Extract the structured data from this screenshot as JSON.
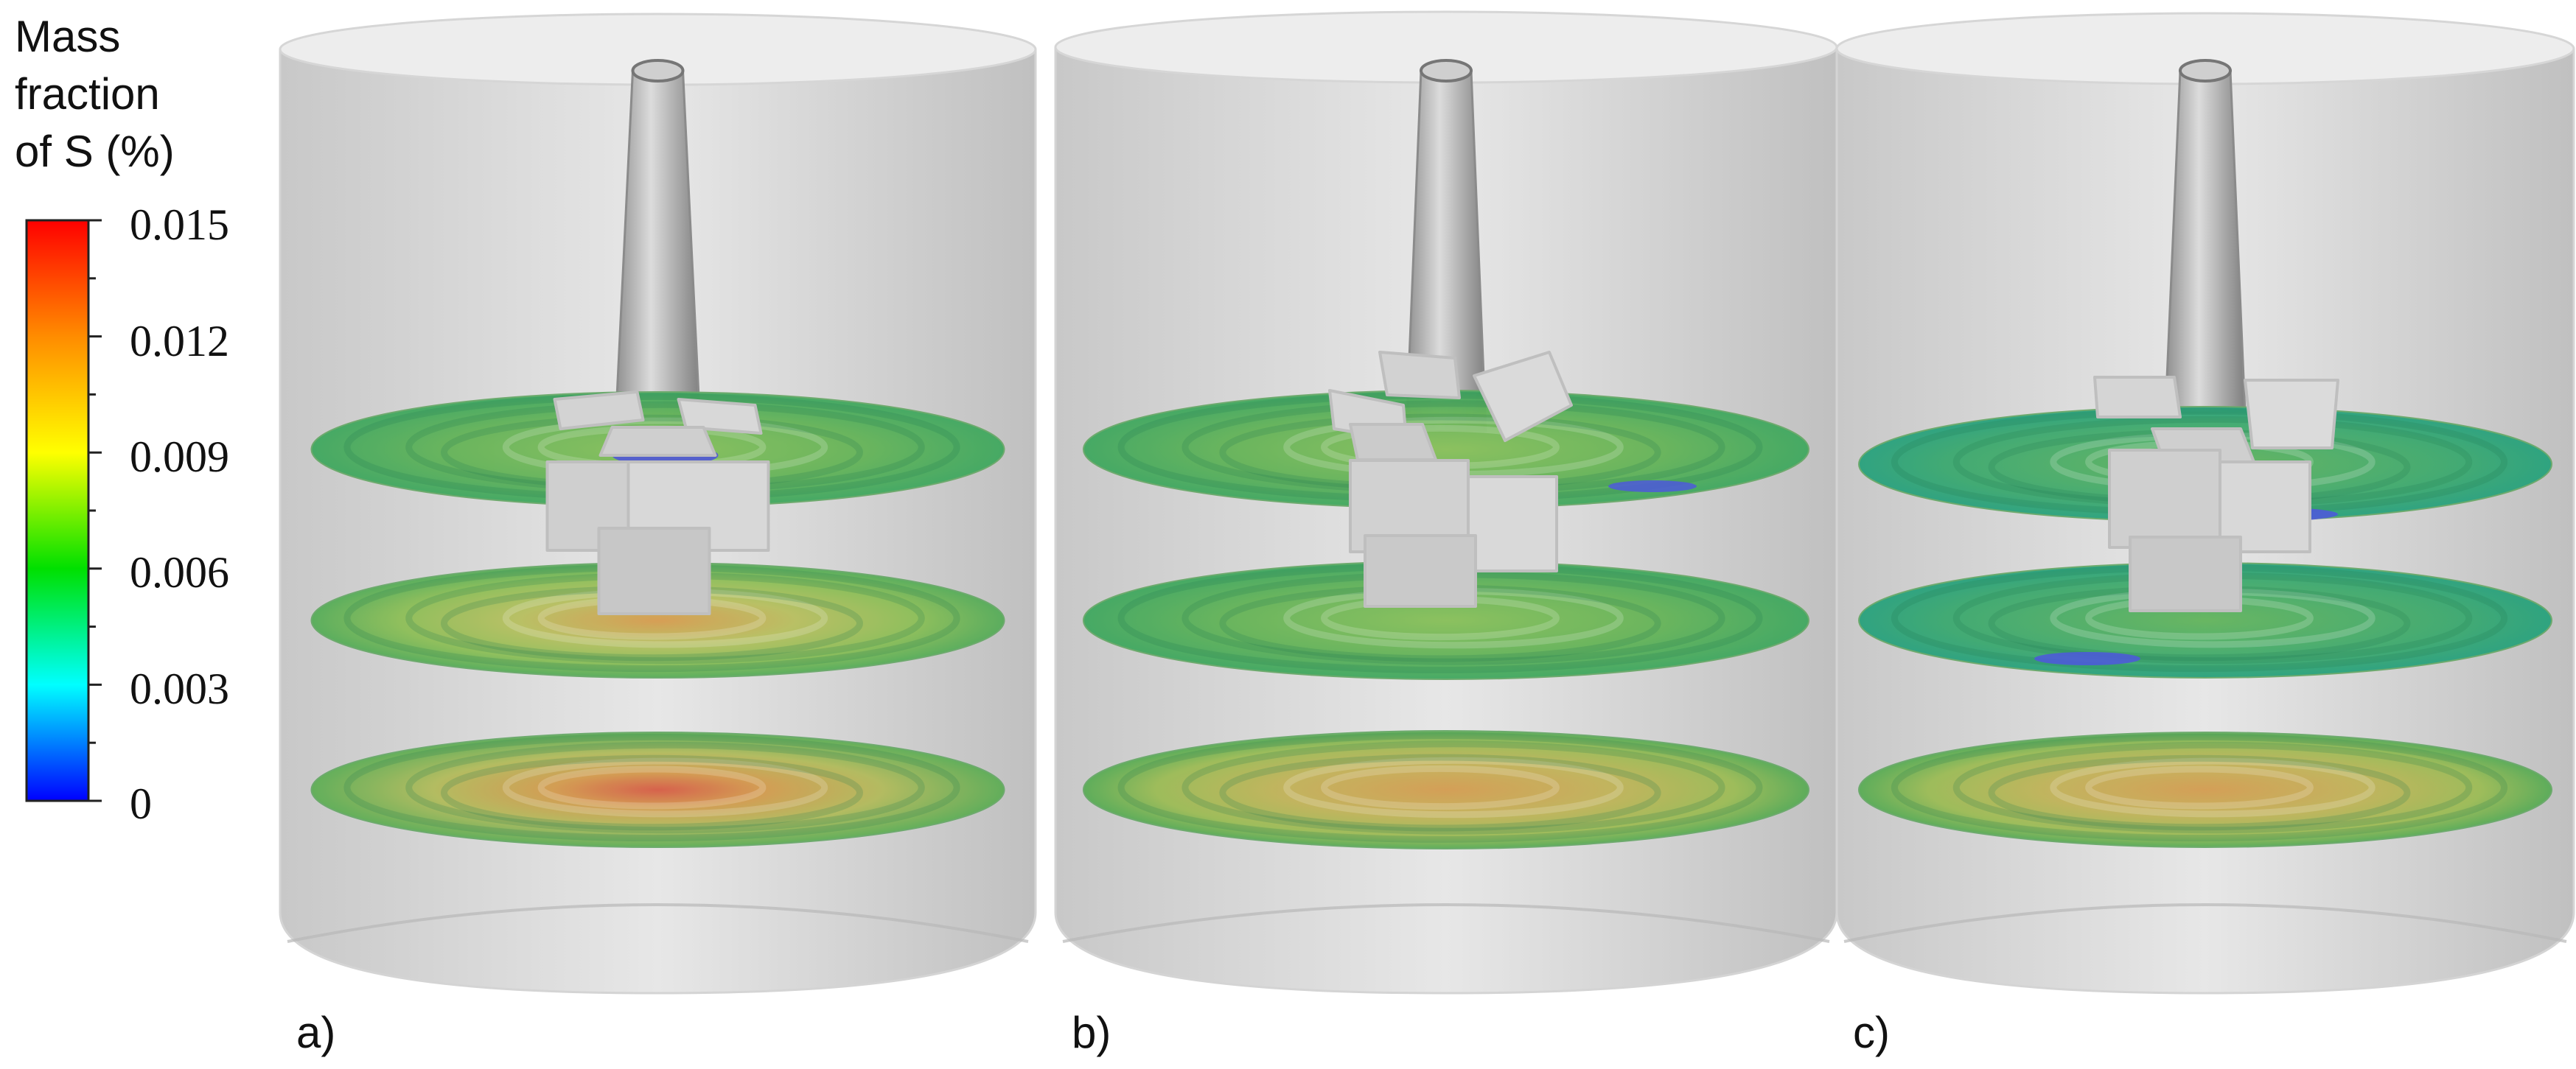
{
  "legend": {
    "title_lines": [
      "Mass",
      "fraction",
      "of S (%)"
    ],
    "ticks": [
      "0.015",
      "0.012",
      "0.009",
      "0.006",
      "0.003",
      "0"
    ],
    "colors": [
      "#ff0000",
      "#ff8c00",
      "#ffff00",
      "#00e000",
      "#00ffff",
      "#0000ff"
    ]
  },
  "panels": [
    {
      "label": "a)"
    },
    {
      "label": "b)"
    },
    {
      "label": "c)"
    }
  ]
}
